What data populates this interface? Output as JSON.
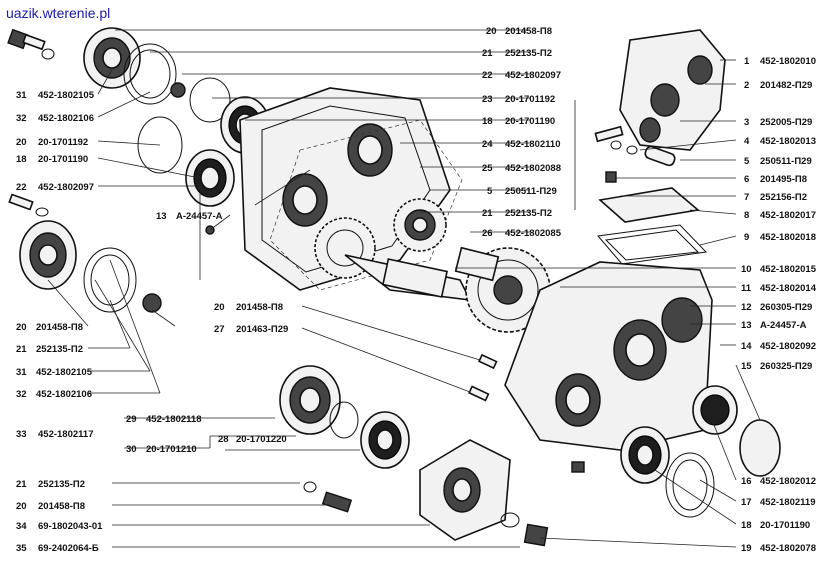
{
  "site": "uazik.wterenie.pl",
  "callouts": [
    {
      "num": "20",
      "code": "201458-П8"
    },
    {
      "num": "21",
      "code": "252135-П2"
    },
    {
      "num": "22",
      "code": "452-1802097"
    },
    {
      "num": "23",
      "code": "20-1701192"
    },
    {
      "num": "18",
      "code": "20-1701190"
    },
    {
      "num": "24",
      "code": "452-1802110"
    },
    {
      "num": "25",
      "code": "452-1802088"
    },
    {
      "num": "5",
      "code": "250511-П29"
    },
    {
      "num": "21",
      "code": "252135-П2"
    },
    {
      "num": "26",
      "code": "452-1802085"
    },
    {
      "num": "31",
      "code": "452-1802105"
    },
    {
      "num": "32",
      "code": "452-1802106"
    },
    {
      "num": "20",
      "code": "20-1701192"
    },
    {
      "num": "18",
      "code": "20-1701190"
    },
    {
      "num": "22",
      "code": "452-1802097"
    },
    {
      "num": "13",
      "code": "А-24457-А"
    },
    {
      "num": "20",
      "code": "201458-П8"
    },
    {
      "num": "21",
      "code": "252135-П2"
    },
    {
      "num": "31",
      "code": "452-1802105"
    },
    {
      "num": "32",
      "code": "452-1802106"
    },
    {
      "num": "20",
      "code": "201458-П8"
    },
    {
      "num": "27",
      "code": "201463-П29"
    },
    {
      "num": "29",
      "code": "452-1802118"
    },
    {
      "num": "33",
      "code": "452-1802117"
    },
    {
      "num": "30",
      "code": "20-1701210"
    },
    {
      "num": "28",
      "code": "20-1701220"
    },
    {
      "num": "21",
      "code": "252135-П2"
    },
    {
      "num": "20",
      "code": "201458-П8"
    },
    {
      "num": "34",
      "code": "69-1802043-01"
    },
    {
      "num": "35",
      "code": "69-2402064-Б"
    },
    {
      "num": "1",
      "code": "452-1802010"
    },
    {
      "num": "2",
      "code": "201482-П29"
    },
    {
      "num": "3",
      "code": "252005-П29"
    },
    {
      "num": "4",
      "code": "452-1802013"
    },
    {
      "num": "5",
      "code": "250511-П29"
    },
    {
      "num": "6",
      "code": "201495-П8"
    },
    {
      "num": "7",
      "code": "252156-П2"
    },
    {
      "num": "8",
      "code": "452-1802017"
    },
    {
      "num": "9",
      "code": "452-1802018"
    },
    {
      "num": "10",
      "code": "452-1802015"
    },
    {
      "num": "11",
      "code": "452-1802014"
    },
    {
      "num": "12",
      "code": "260305-П29"
    },
    {
      "num": "13",
      "code": "А-24457-А"
    },
    {
      "num": "14",
      "code": "452-1802092"
    },
    {
      "num": "15",
      "code": "260325-П29"
    },
    {
      "num": "16",
      "code": "452-1802012"
    },
    {
      "num": "17",
      "code": "452-1802119"
    },
    {
      "num": "18",
      "code": "20-1701190"
    },
    {
      "num": "19",
      "code": "452-1802078"
    }
  ]
}
